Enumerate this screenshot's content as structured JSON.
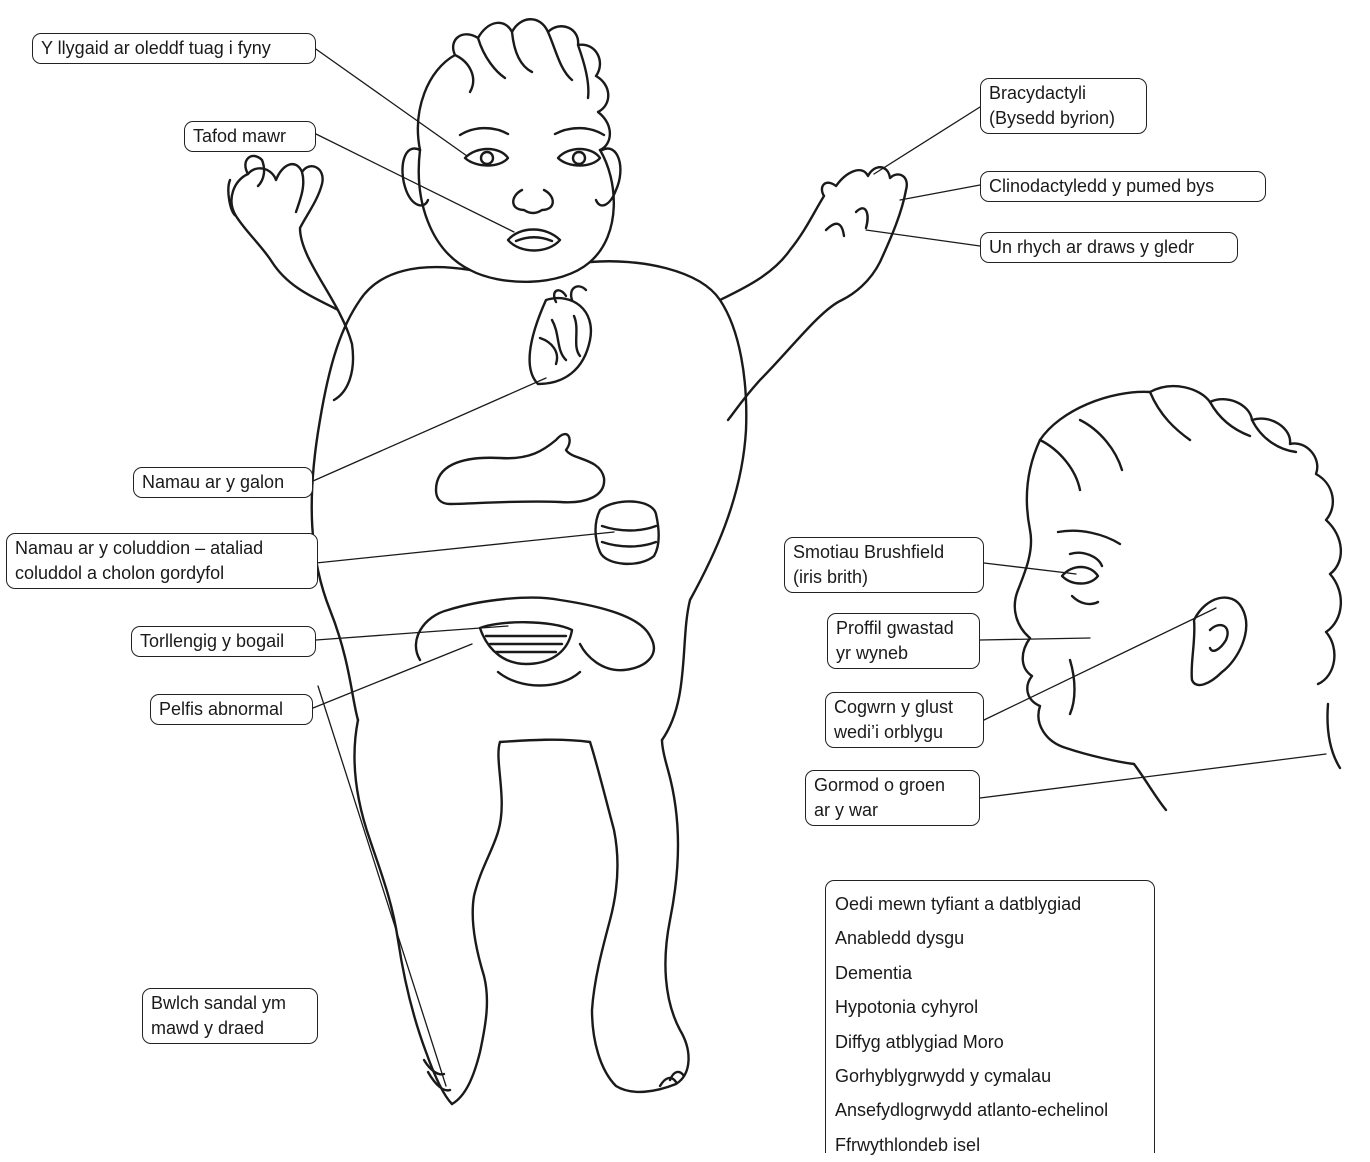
{
  "labels": {
    "eyes": "Y llygaid ar oleddf tuag i fyny",
    "tongue": "Tafod mawr",
    "heart": "Namau ar y galon",
    "gut_line1": "Namau ar y coluddion – ataliad",
    "gut_line2": "coluddol a cholon gordyfol",
    "umbilical": "Torllengig y bogail",
    "pelvis": "Pelfis abnormal",
    "sandal_line1": "Bwlch sandal ym",
    "sandal_line2": "mawd y draed",
    "brachy_line1": "Bracydactyli",
    "brachy_line2": "(Bysedd byrion)",
    "clino": "Clinodactyledd y pumed bys",
    "crease": "Un rhych ar draws y gledr",
    "brushfield_line1": "Smotiau Brushfield",
    "brushfield_line2": "(iris brith)",
    "profile_line1": "Proffil gwastad",
    "profile_line2": "yr wyneb",
    "ear_line1": "Cogwrn y glust",
    "ear_line2": "wedi’i orblygu",
    "neck_line1": "Gormod o groen",
    "neck_line2": "ar y war"
  },
  "features_list": [
    "Oedi mewn tyfiant a datblygiad",
    "Anabledd dysgu",
    "Dementia",
    "Hypotonia cyhyrol",
    "Diffyg atblygiad Moro",
    "Gorhyblygrwydd y cymalau",
    "Ansefydlogrwydd atlanto-echelinol",
    "Ffrwythlondeb isel"
  ]
}
